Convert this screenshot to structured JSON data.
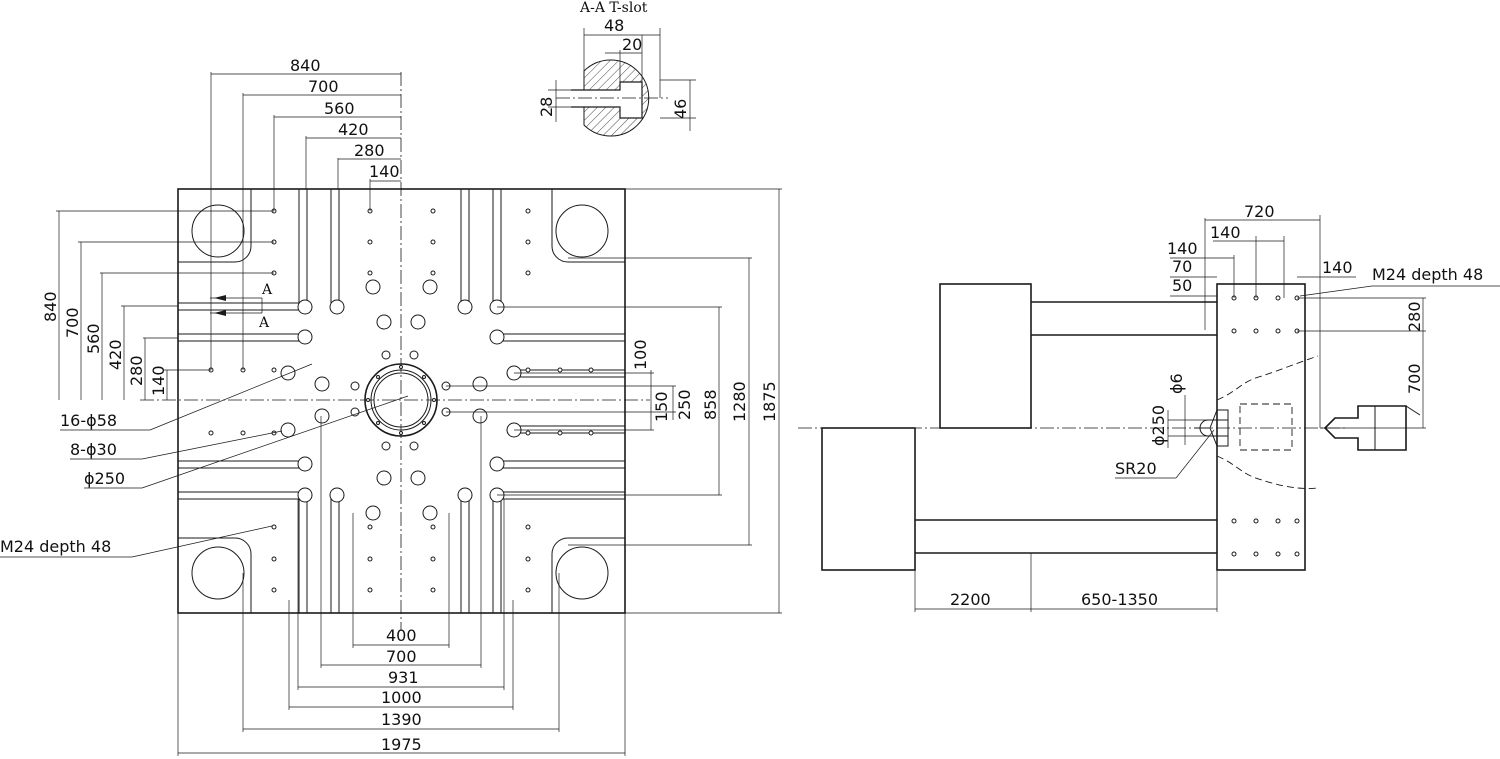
{
  "section": {
    "title": "A-A  T-slot",
    "dim_width": "48",
    "dim_slot": "20",
    "dim_left": "28",
    "dim_right": "46",
    "marker": "A"
  },
  "platen": {
    "top_dims": [
      "840",
      "700",
      "560",
      "420",
      "280",
      "140"
    ],
    "left_dims": [
      "840",
      "700",
      "560",
      "420",
      "280",
      "140"
    ],
    "right_dims": [
      "100",
      "150",
      "250",
      "858",
      "1280",
      "1875"
    ],
    "bottom_dims": [
      "400",
      "700",
      "931",
      "1000",
      "1390",
      "1975"
    ],
    "callouts": {
      "tie_bar_holes": "16-ϕ58",
      "locating_holes": "8-ϕ30",
      "center_ring": "ϕ250",
      "tapped_holes": "M24 depth 48"
    }
  },
  "side_view": {
    "top_dims": [
      "720",
      "140",
      "140",
      "70",
      "50",
      "140"
    ],
    "callout_tapped": "M24 depth 48",
    "right_dims": [
      "280",
      "700"
    ],
    "nozzle_dims": [
      "ϕ6",
      "ϕ250"
    ],
    "nozzle_radius": "SR20",
    "bottom_dims": [
      "2200",
      "650-1350"
    ]
  }
}
